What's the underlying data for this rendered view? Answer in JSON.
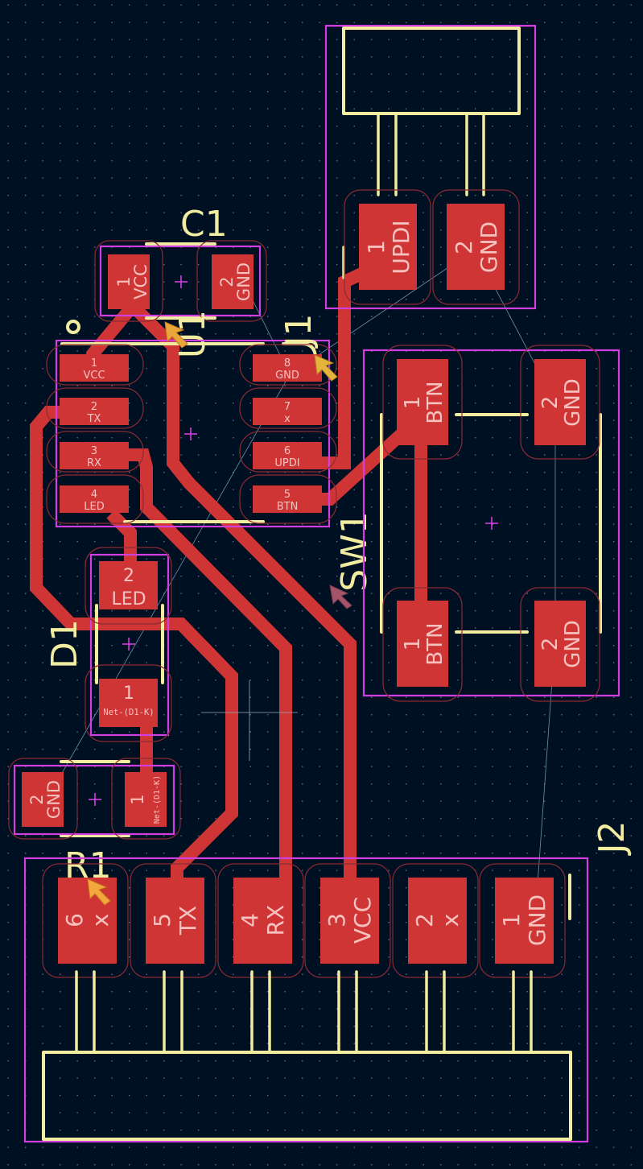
{
  "app": {
    "view": "PCB Editor - F.Cu layer view"
  },
  "colors": {
    "background": "#001023",
    "copper": "#cf3535",
    "silkscreen": "#f2eca0",
    "courtyard": "#d23fe0",
    "ratsnest": "#7fb6c4",
    "pad_text": "#f6c2c0"
  },
  "components": {
    "C1": {
      "ref": "C1",
      "pads": [
        {
          "num": "1",
          "net": "VCC"
        },
        {
          "num": "2",
          "net": "GND"
        }
      ]
    },
    "U1": {
      "ref": "U1",
      "pads": [
        {
          "num": "1",
          "net": "VCC"
        },
        {
          "num": "2",
          "net": "TX"
        },
        {
          "num": "3",
          "net": "RX"
        },
        {
          "num": "4",
          "net": "LED"
        },
        {
          "num": "5",
          "net": "BTN"
        },
        {
          "num": "6",
          "net": "UPDI"
        },
        {
          "num": "7",
          "net": "x"
        },
        {
          "num": "8",
          "net": "GND"
        }
      ]
    },
    "J1": {
      "ref": "J1",
      "pads": [
        {
          "num": "1",
          "net": "UPDI"
        },
        {
          "num": "2",
          "net": "GND"
        }
      ]
    },
    "SW1": {
      "ref": "SW1",
      "pads": [
        {
          "num": "1",
          "net": "BTN"
        },
        {
          "num": "2",
          "net": "GND"
        },
        {
          "num": "1",
          "net": "BTN"
        },
        {
          "num": "2",
          "net": "GND"
        }
      ]
    },
    "D1": {
      "ref": "D1",
      "pads": [
        {
          "num": "2",
          "net": "LED"
        },
        {
          "num": "1",
          "net": "Net-(D1-K)"
        }
      ]
    },
    "R1": {
      "ref": "R1",
      "pads": [
        {
          "num": "2",
          "net": "GND"
        },
        {
          "num": "1",
          "net": "Net-(D1-K)"
        }
      ]
    },
    "J2": {
      "ref": "J2",
      "pads": [
        {
          "num": "6",
          "net": "x"
        },
        {
          "num": "5",
          "net": "TX"
        },
        {
          "num": "4",
          "net": "RX"
        },
        {
          "num": "3",
          "net": "VCC"
        },
        {
          "num": "2",
          "net": "x"
        },
        {
          "num": "1",
          "net": "GND"
        }
      ]
    }
  }
}
